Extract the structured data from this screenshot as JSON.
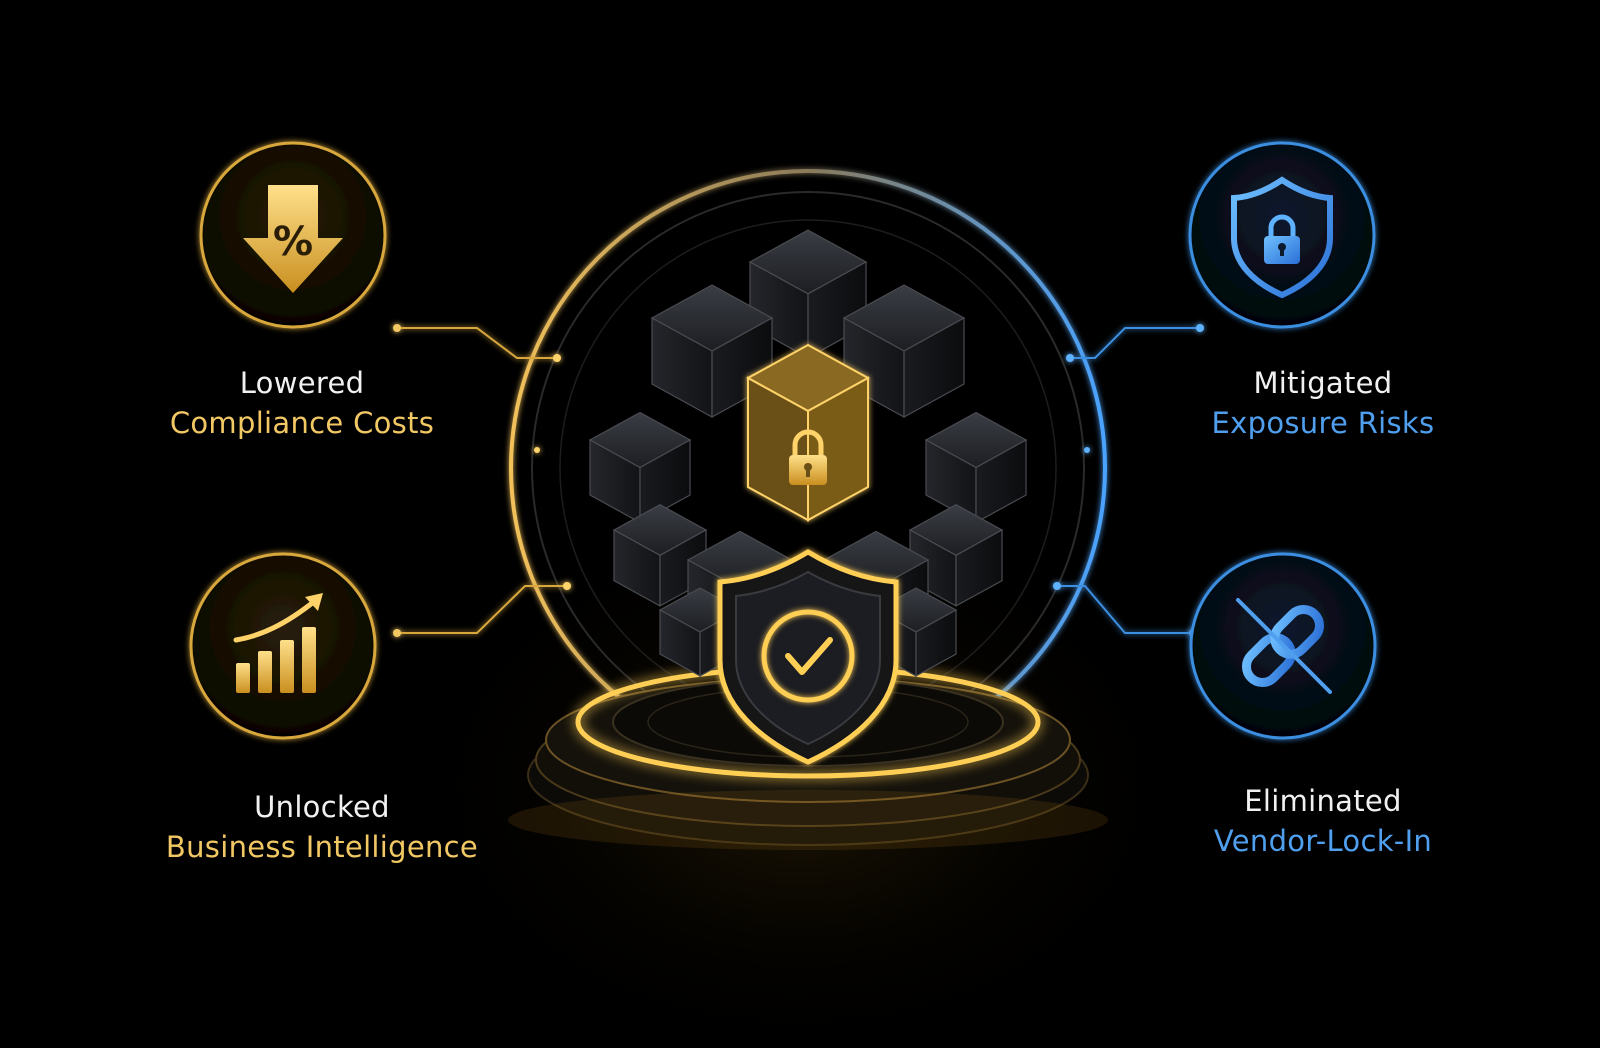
{
  "benefits": [
    {
      "line1": "Lowered",
      "line2": "Compliance Costs",
      "icon": "percent-down-arrow-icon",
      "accent": "#f2c864"
    },
    {
      "line1": "Unlocked",
      "line2": "Business Intelligence",
      "icon": "growth-chart-icon",
      "accent": "#f2c864"
    },
    {
      "line1": "Mitigated",
      "line2": "Exposure Risks",
      "icon": "shield-lock-icon",
      "accent": "#4f9fee"
    },
    {
      "line1": "Eliminated",
      "line2": "Vendor-Lock-In",
      "icon": "broken-link-icon",
      "accent": "#4f9fee"
    }
  ],
  "center": {
    "icons": [
      "secure-cube-cluster-icon",
      "padlock-icon",
      "shield-check-icon"
    ]
  },
  "percent_symbol": "%",
  "colors": {
    "background": "#000000",
    "gold": "#f2c864",
    "blue": "#4f9fee"
  }
}
